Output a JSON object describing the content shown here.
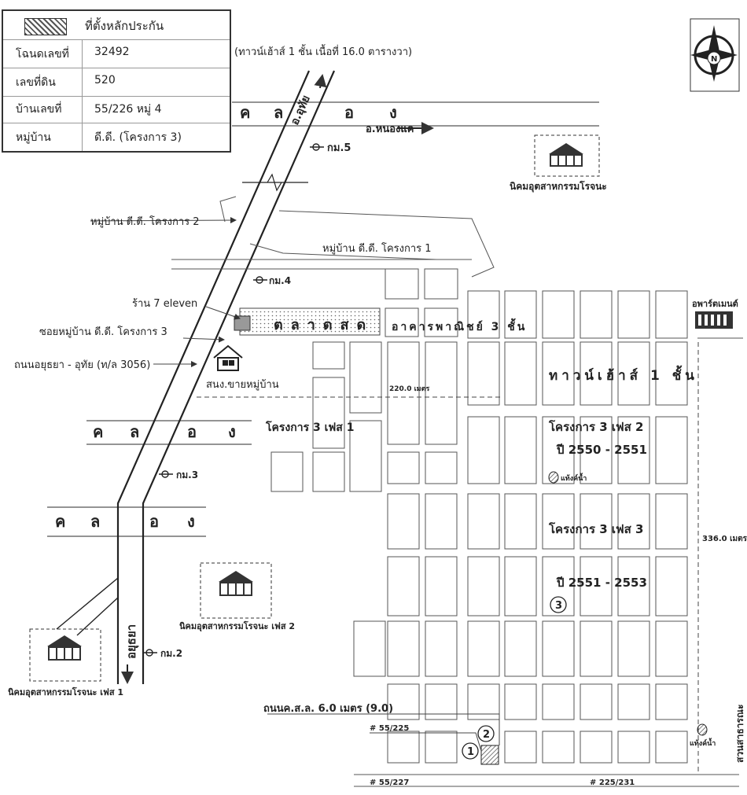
{
  "info_box": {
    "legend": "ที่ตั้งหลักประกัน",
    "rows": [
      {
        "label": "โฉนดเลขที่",
        "value": "32492"
      },
      {
        "label": "เลขที่ดิน",
        "value": "520"
      },
      {
        "label": "บ้านเลขที่",
        "value": "55/226 หมู่ 4"
      },
      {
        "label": "หมู่บ้าน",
        "value": "ดี.ดี. (โครงการ 3)"
      }
    ],
    "note": "(ทาวน์เฮ้าส์ 1 ชั้น  เนื้อที่ 16.0 ตารางวา)"
  },
  "compass": {
    "label": "N"
  },
  "canals": {
    "letters": [
      "ค",
      "ล",
      "อ",
      "ง"
    ]
  },
  "roads": {
    "to_uthai": "อ.อุทัย",
    "to_nong_khae": "อ.หนองแค",
    "to_ayutthaya": "อยุธยา",
    "main_road": "ถนนอยุธยา - อุทัย (ท/ล 3056)",
    "soi": "ซอยหมู่บ้าน ดี.ดี. โครงการ 3",
    "access_road": "ถนนค.ส.ล. 6.0 เมตร (9.0)"
  },
  "km_markers": [
    "กม.5",
    "กม.4",
    "กม.3",
    "กม.2"
  ],
  "landmarks": {
    "rojana": "นิคมอุตสาหกรรมโรจนะ",
    "rojana_2": "นิคมอุตสาหกรรมโรจนะ เฟส 2",
    "rojana_1": "นิคมอุตสาหกรรมโรจนะ เฟส 1",
    "village_2": "หมู่บ้าน ดี.ดี. โครงการ 2",
    "village_1": "หมู่บ้าน ดี.ดี. โครงการ 1",
    "seven_eleven": "ร้าน 7 eleven",
    "market": "ตลาดสด",
    "sales_office": "สนง.ขายหมู่บ้าน",
    "apartment": "อพาร์ตเมนต์",
    "commercial": "อาคารพาณิชย์ 3 ชั้น",
    "townhouse": "ทาวน์เฮ้าส์ 1 ชั้น",
    "phase1": "โครงการ 3 เฟส 1",
    "phase2": "โครงการ 3 เฟส 2",
    "phase2_years": "ปี 2550 - 2551",
    "phase3": "โครงการ 3 เฟส 3",
    "phase3_years": "ปี 2551 - 2553",
    "water_tank": "แท้งค์น้ำ",
    "park": "สวนสาธารณะ"
  },
  "dimensions": {
    "width": "220.0 เมตร",
    "depth": "336.0 เมตร"
  },
  "plots": {
    "a": "# 55/225",
    "b": "# 55/227",
    "c": "# 225/231"
  },
  "markers": [
    "1",
    "2",
    "3"
  ]
}
